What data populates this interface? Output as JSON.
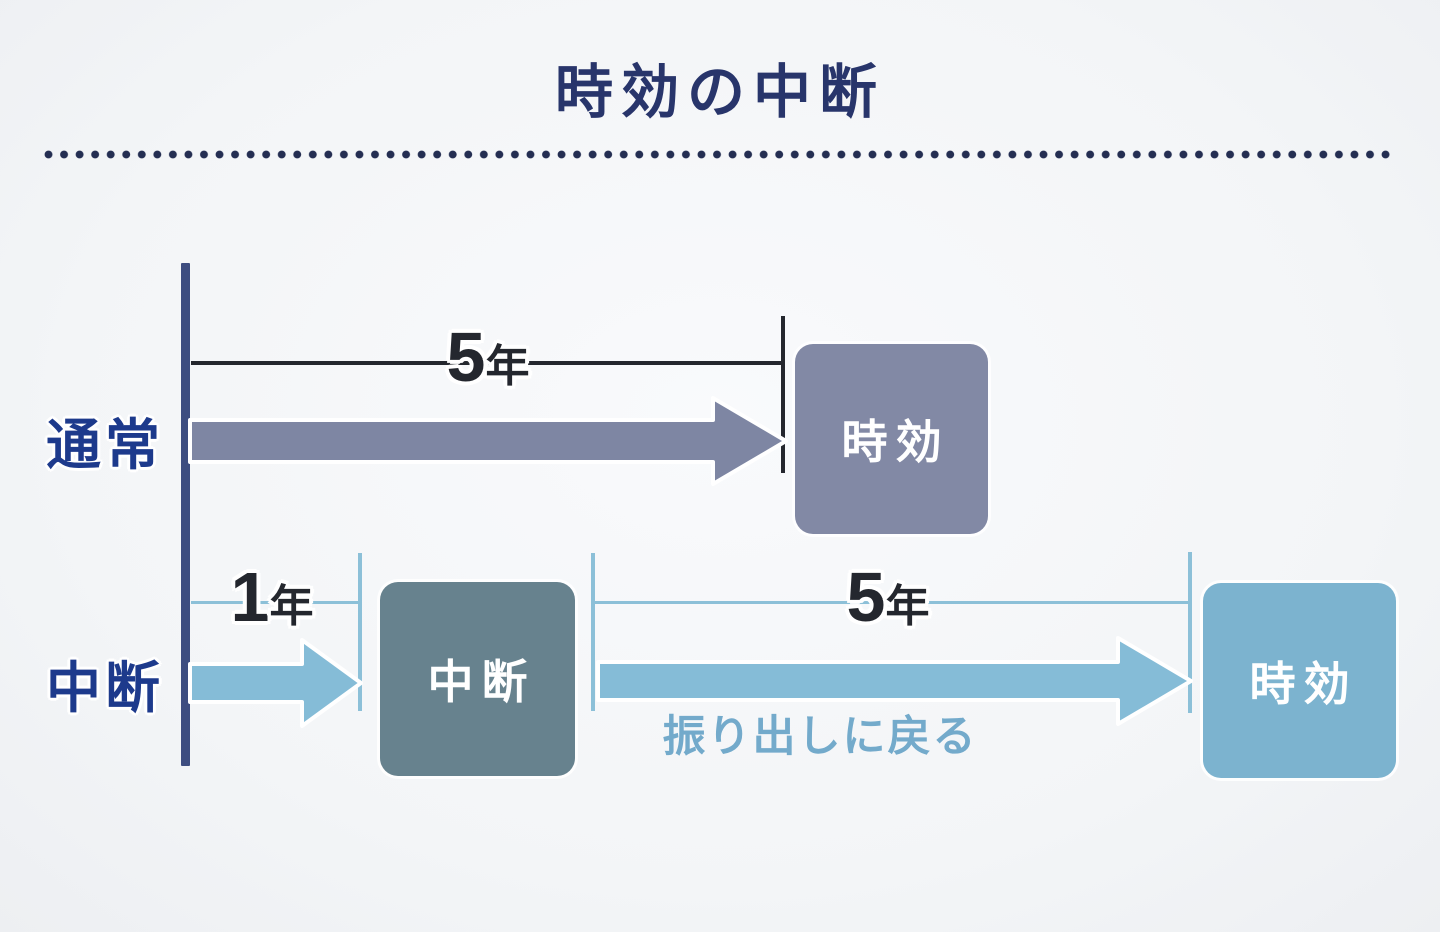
{
  "title": "時効の中断",
  "palette": {
    "background": "#f3f5f7",
    "title_navy": "#28356b",
    "row_label_blue": "#1d3a8c",
    "axis_navy": "#3d4d80",
    "measure_dark": "#24272e",
    "measure_light_blue": "#8cc0d8",
    "normal_arrow": "#7e86a3",
    "normal_box": "#8289a5",
    "interruption_box": "#67828e",
    "light_arrow": "#85bcd7",
    "light_box": "#7cb3cf",
    "note_blue": "#73aacb"
  },
  "rows": {
    "normal": {
      "label": "通常",
      "duration": {
        "number": "5",
        "unit": "年"
      },
      "box_label": "時効"
    },
    "interrupted": {
      "label": "中断",
      "first_duration": {
        "number": "1",
        "unit": "年"
      },
      "first_box_label": "中断",
      "second_duration": {
        "number": "5",
        "unit": "年"
      },
      "second_box_label": "時効",
      "note": "振り出しに戻る"
    }
  }
}
